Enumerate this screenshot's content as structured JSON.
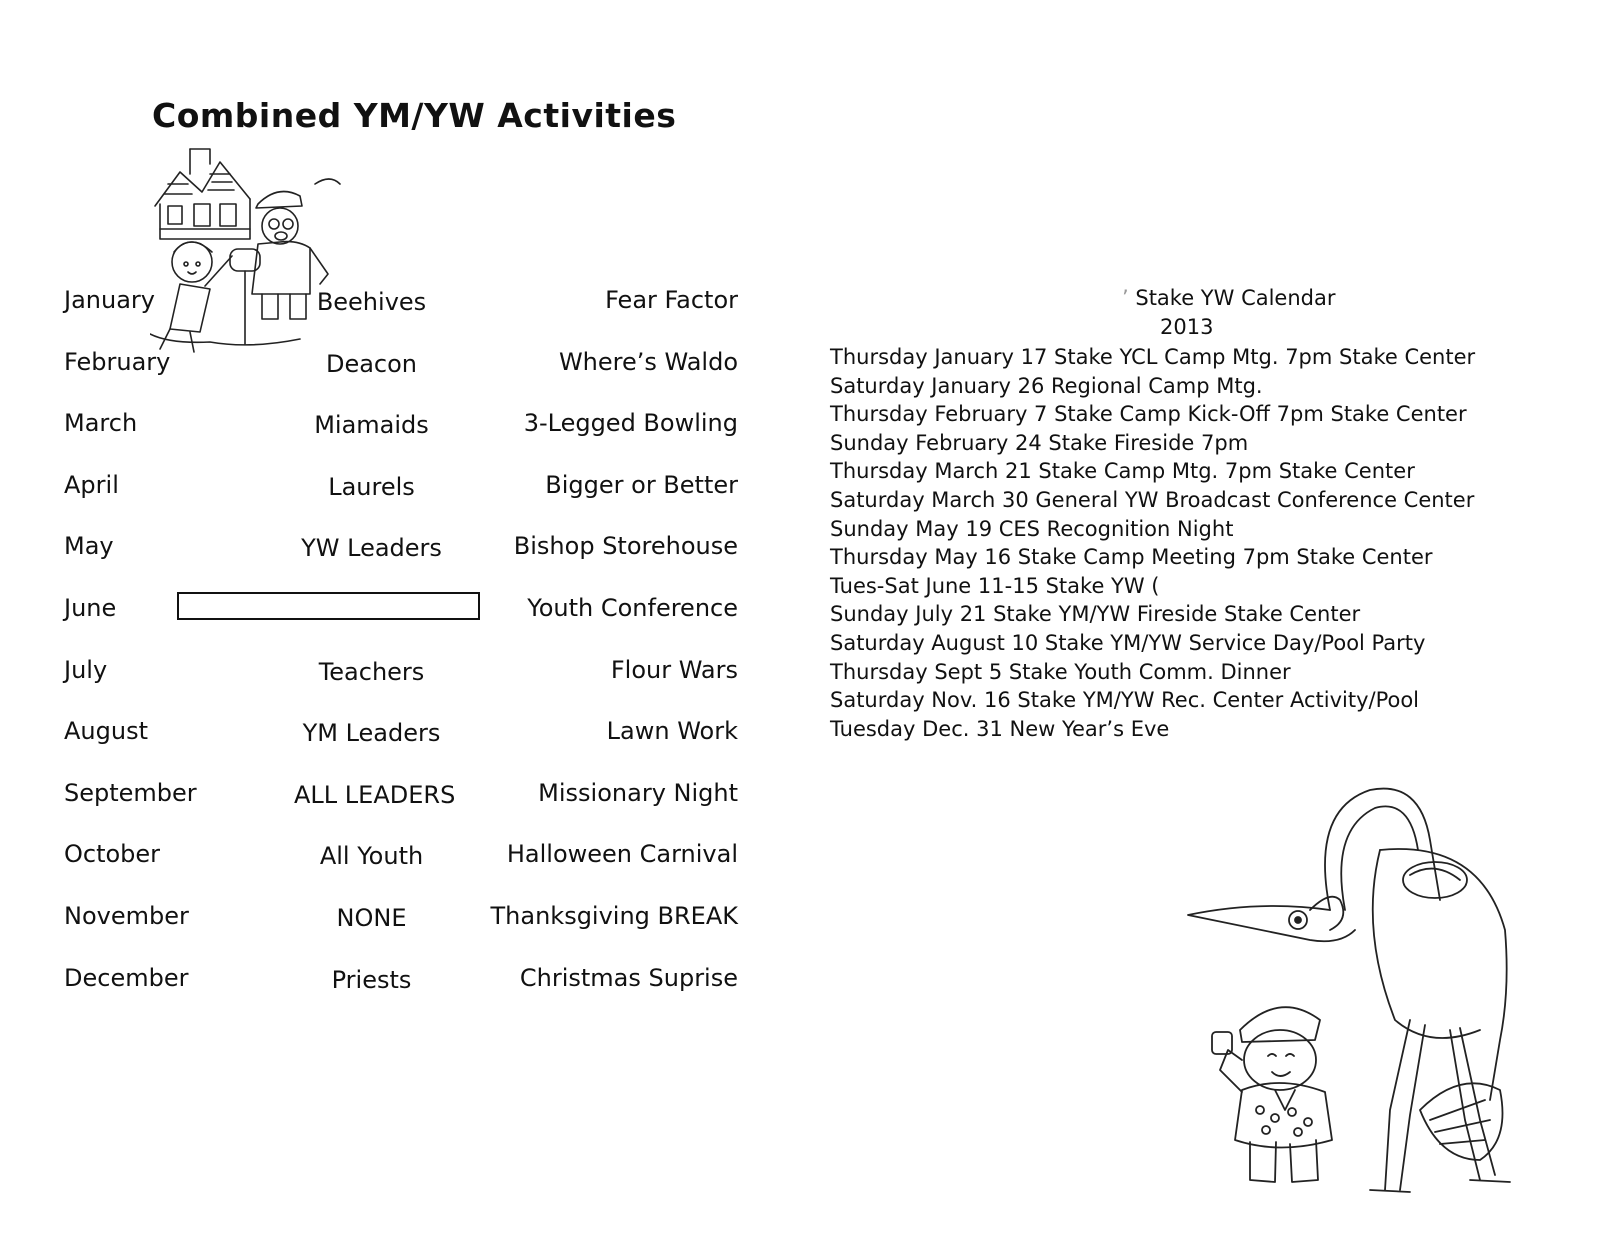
{
  "title": "Combined YM/YW Activities",
  "activities": [
    {
      "month": "January",
      "class": "Beehives",
      "activity": "Fear Factor"
    },
    {
      "month": "February",
      "class": "Deacon",
      "activity": "Where’s Waldo"
    },
    {
      "month": "March",
      "class": "Miamaids",
      "activity": "3-Legged Bowling"
    },
    {
      "month": "April",
      "class": "Laurels",
      "activity": "Bigger or Better"
    },
    {
      "month": "May",
      "class": "YW Leaders",
      "activity": "Bishop Storehouse"
    },
    {
      "month": "June",
      "class": "",
      "activity": "Youth Conference"
    },
    {
      "month": "July",
      "class": "Teachers",
      "activity": "Flour Wars"
    },
    {
      "month": "August",
      "class": "YM Leaders",
      "activity": "Lawn Work"
    },
    {
      "month": "September",
      "class": "ALL LEADERS",
      "activity": "Missionary Night"
    },
    {
      "month": "October",
      "class": "All Youth",
      "activity": "Halloween Carnival"
    },
    {
      "month": "November",
      "class": "NONE",
      "activity": "Thanksgiving BREAK"
    },
    {
      "month": "December",
      "class": "Priests",
      "activity": "Christmas Suprise"
    }
  ],
  "calendar": {
    "header": "Stake YW Calendar",
    "year": "2013",
    "events": [
      "Thursday January 17 Stake YCL Camp Mtg. 7pm Stake Center",
      "Saturday January 26 Regional Camp Mtg.",
      "Thursday February 7 Stake Camp Kick-Off 7pm Stake Center",
      "Sunday February 24 Stake Fireside 7pm",
      "Thursday March 21 Stake Camp Mtg. 7pm Stake Center",
      "Saturday March 30 General YW Broadcast Conference Center",
      "Sunday May 19 CES Recognition Night",
      "Thursday May 16 Stake Camp Meeting 7pm Stake Center",
      "Tues-Sat June 11-15 Stake YW (",
      "Sunday July 21 Stake YM/YW Fireside Stake Center",
      "Saturday August 10 Stake YM/YW Service Day/Pool Party",
      "Thursday Sept 5 Stake Youth Comm. Dinner",
      "Saturday Nov. 16 Stake YM/YW Rec. Center Activity/Pool",
      "Tuesday Dec. 31 New Year’s Eve"
    ]
  },
  "illustrations": {
    "house_icon": "house-with-carl-and-ellie-icon",
    "bird_icon": "kevin-bird-and-russell-icon"
  }
}
